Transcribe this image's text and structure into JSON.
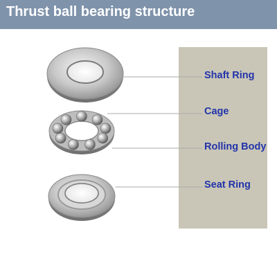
{
  "header": {
    "title": "Thrust ball bearing structure",
    "background_color": "#7f93ab"
  },
  "panel": {
    "background_color": "#c9c6b7"
  },
  "labels": {
    "shaft_ring": "Shaft Ring",
    "cage": "Cage",
    "rolling_body": "Rolling Body",
    "seat_ring": "Seat Ring",
    "color": "#2233aa"
  }
}
